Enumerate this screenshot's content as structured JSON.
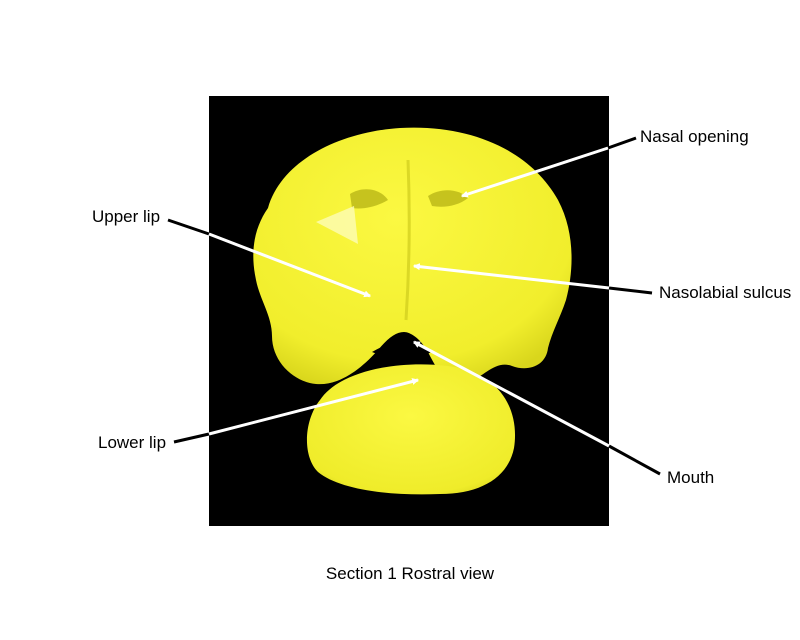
{
  "figure": {
    "colors": {
      "background": "#000000",
      "specimen": "#f3f032",
      "specimen_shade": "#d6d41a",
      "leader_white": "#ffffff",
      "leader_black": "#000000"
    },
    "labels": {
      "nasal_opening": "Nasal opening",
      "upper_lip": "Upper lip",
      "nasolabial_sulcus": "Nasolabial sulcus",
      "lower_lip": "Lower lip",
      "mouth": "Mouth"
    },
    "caption": "Section 1 Rostral view"
  }
}
